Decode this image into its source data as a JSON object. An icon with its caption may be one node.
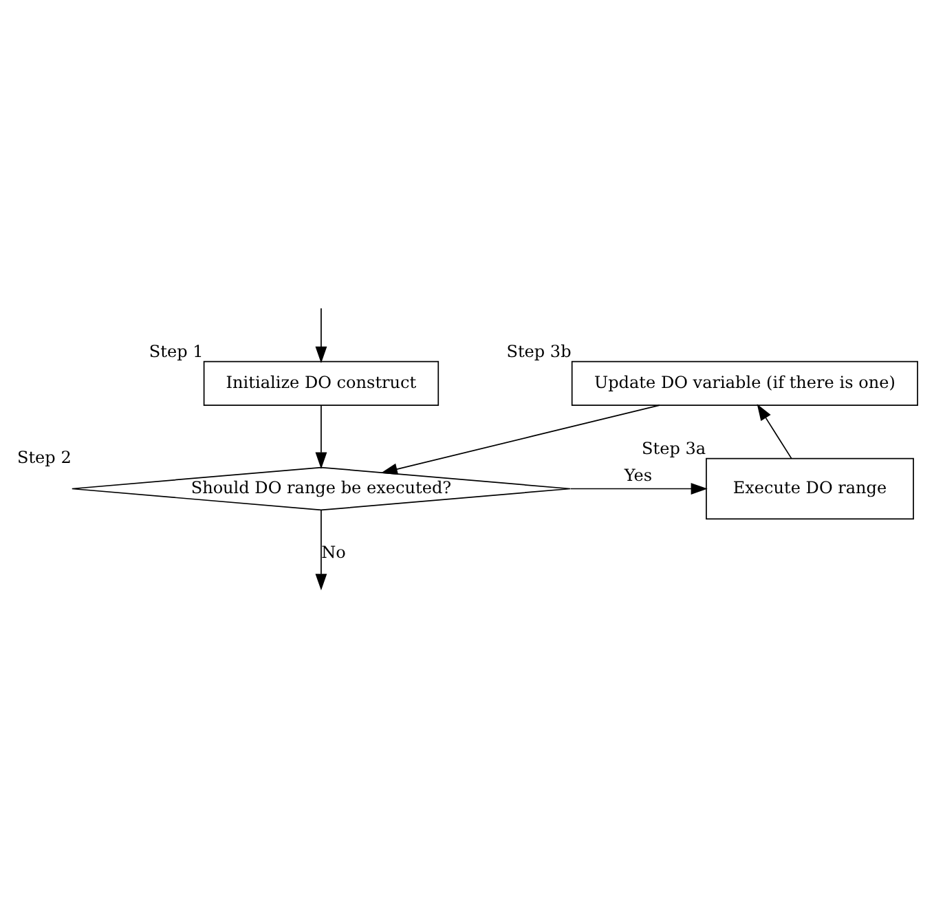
{
  "diagram": {
    "nodes": [
      {
        "text": [
          "Initialize DO construct"
        ],
        "beside": [
          "Step 1"
        ]
      },
      {
        "text": [
          "Update DO variable (if there is one)"
        ],
        "beside": [
          "Step 3b"
        ]
      },
      {
        "text": [
          "Should DO range be executed?"
        ],
        "beside": [
          "Step 2"
        ]
      },
      {
        "text": [
          "Execute DO range"
        ],
        "beside": [
          "Step 3a"
        ]
      }
    ],
    "edges": [
      {
        "from": null,
        "to": 0,
        "arrow": "to"
      },
      {
        "from": 0,
        "to": 2,
        "arrow": "to"
      },
      {
        "from": 1,
        "to": 2,
        "arrow": "to"
      },
      {
        "from": 2,
        "to": 3,
        "arrow": "to",
        "label": "Yes"
      },
      {
        "from": 3,
        "to": 1,
        "arrow": "to"
      },
      {
        "from": 2,
        "to": null,
        "arrow": "to",
        "label": "No"
      }
    ]
  }
}
